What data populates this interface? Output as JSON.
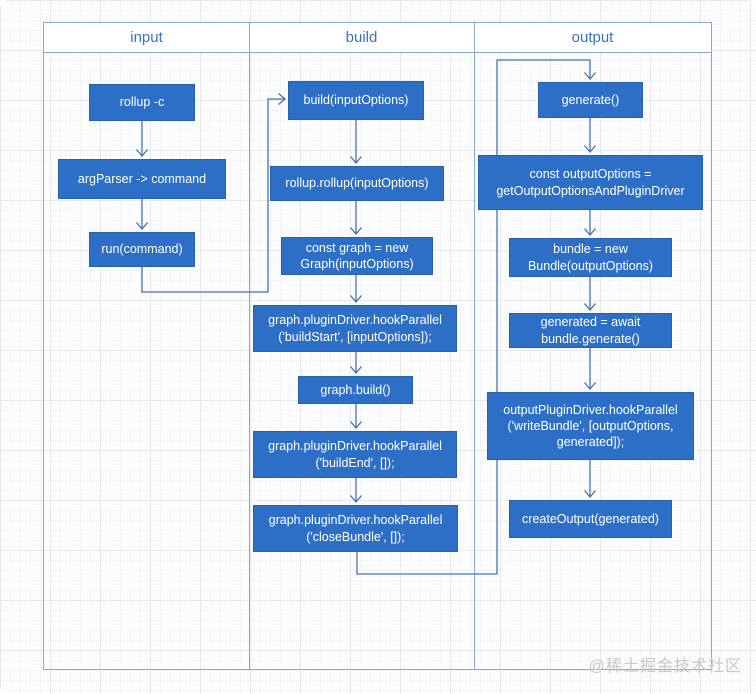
{
  "columns": [
    {
      "label": "input",
      "nodes": [
        {
          "text": "rollup -c"
        },
        {
          "text": "argParser -> command"
        },
        {
          "text": "run(command)"
        }
      ]
    },
    {
      "label": "build",
      "nodes": [
        {
          "text": "build(inputOptions)"
        },
        {
          "text": "rollup.rollup(inputOptions)"
        },
        {
          "text": "const graph = new\nGraph(inputOptions)"
        },
        {
          "text": "graph.pluginDriver.hookParallel\n('buildStart', [inputOptions]);"
        },
        {
          "text": "graph.build()"
        },
        {
          "text": "graph.pluginDriver.hookParallel\n('buildEnd', []);"
        },
        {
          "text": "graph.pluginDriver.hookParallel\n('closeBundle', []);"
        }
      ]
    },
    {
      "label": "output",
      "nodes": [
        {
          "text": "generate()"
        },
        {
          "text": "const outputOptions =\ngetOutputOptionsAndPluginDriver"
        },
        {
          "text": "bundle = new\nBundle(outputOptions)"
        },
        {
          "text": "generated = await\nbundle.generate()"
        },
        {
          "text": "outputPluginDriver.hookParallel\n('writeBundle', [outputOptions,\ngenerated]);"
        },
        {
          "text": "createOutput(generated)"
        }
      ]
    }
  ],
  "watermark": "@稀土掘金技术社区",
  "colors": {
    "node_fill": "#2d6fc6",
    "node_border": "#2861ab",
    "node_text": "#ffffff",
    "connector": "#4473b4",
    "table_border": "#85a9d4",
    "header_text": "#3b72c1",
    "watermark_text": "#c9c9c9"
  }
}
